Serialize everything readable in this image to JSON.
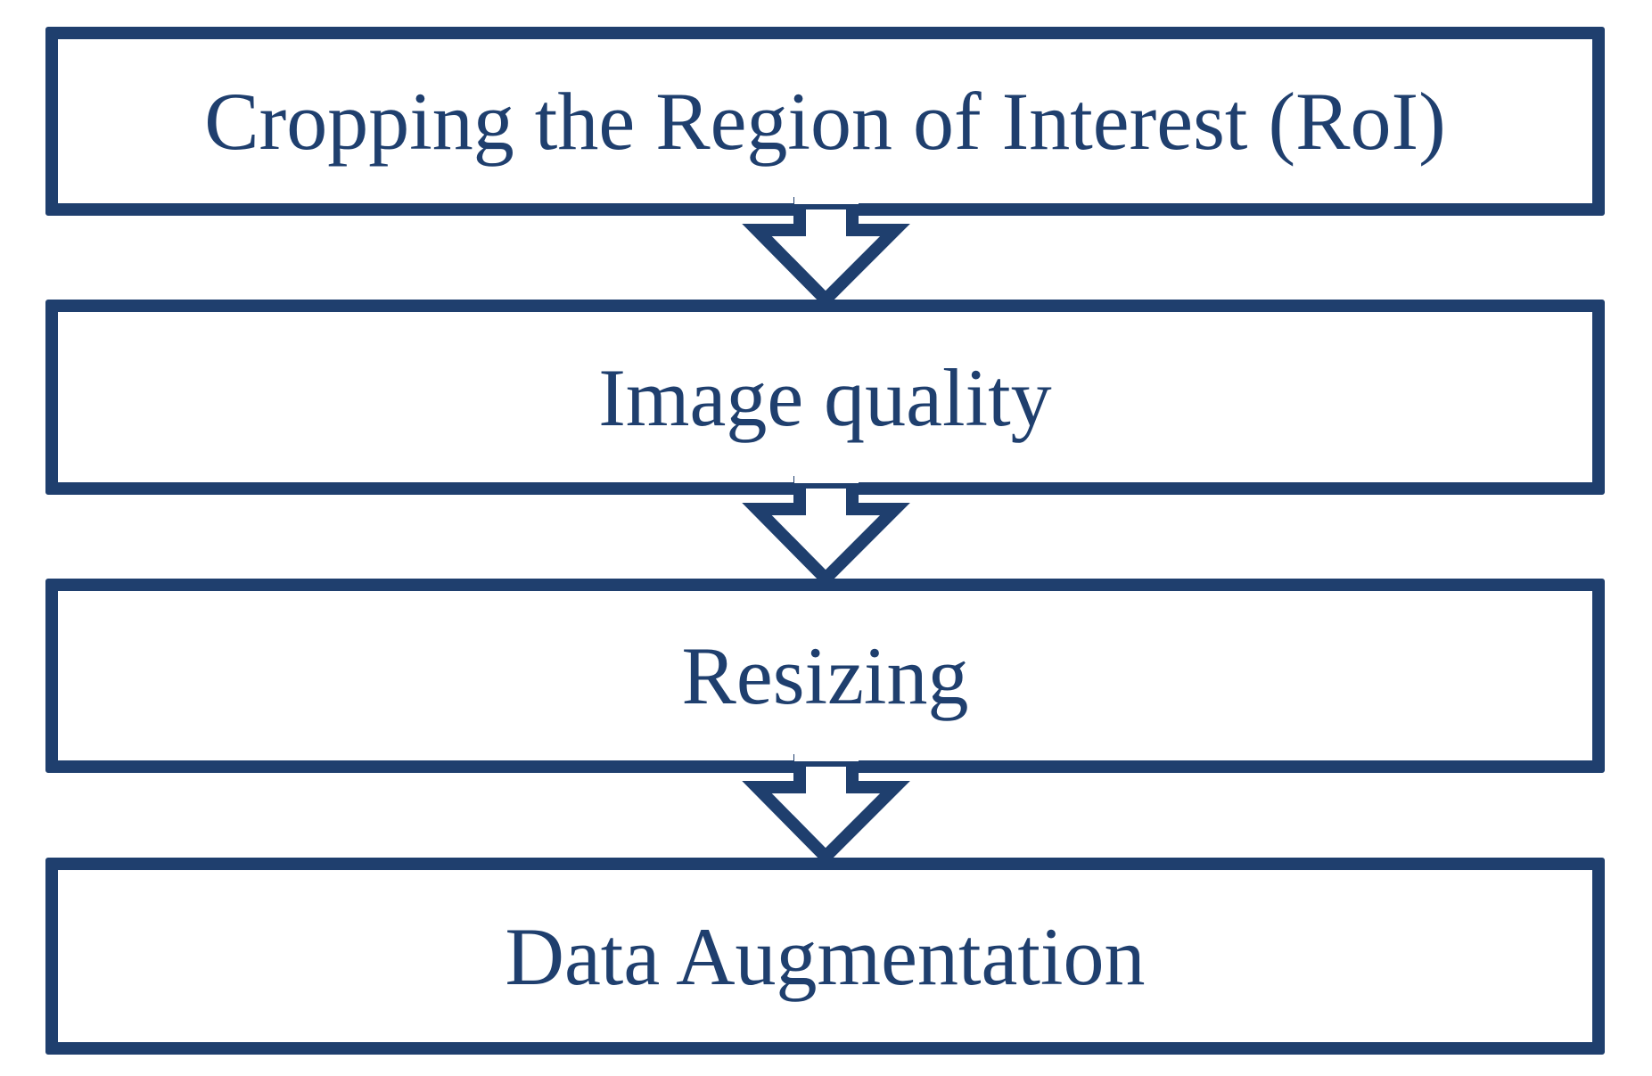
{
  "colors": {
    "stroke": "#1f3f6e",
    "fill": "#ffffff"
  },
  "steps": [
    {
      "label": "Cropping the Region of Interest (RoI)"
    },
    {
      "label": "Image quality"
    },
    {
      "label": "Resizing"
    },
    {
      "label": "Data Augmentation"
    }
  ],
  "arrows": [
    {
      "icon": "down-arrow-icon",
      "from": "Cropping the Region of Interest (RoI)",
      "to": "Image quality"
    },
    {
      "icon": "down-arrow-icon",
      "from": "Image quality",
      "to": "Resizing"
    },
    {
      "icon": "down-arrow-icon",
      "from": "Resizing",
      "to": "Data Augmentation"
    }
  ]
}
